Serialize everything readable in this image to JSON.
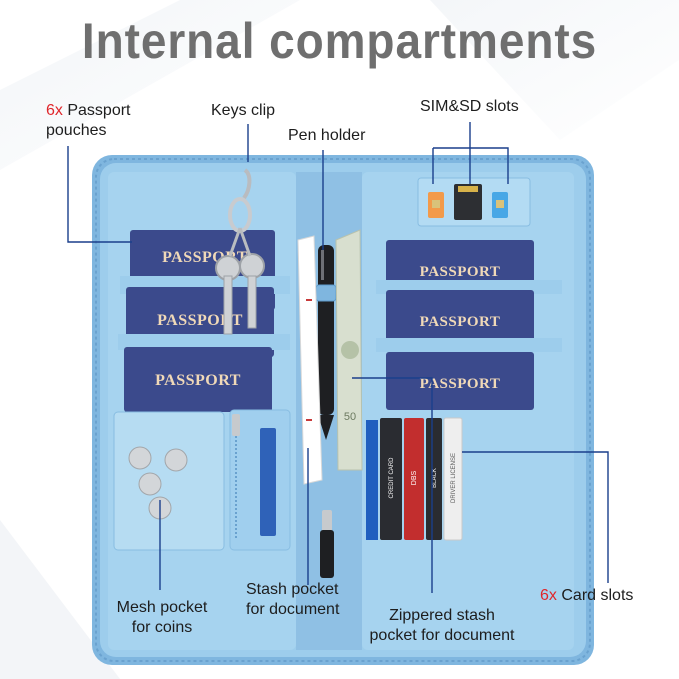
{
  "title": "Internal compartments",
  "colors": {
    "accent": "#e0262b",
    "wallet": "#8fc3e6",
    "wallet_dark": "#5e9bcc",
    "passport": "#3b4a8c",
    "line": "#1a3f8c"
  },
  "labels": {
    "passport_count": "6x",
    "passport_text_a": "Passport",
    "passport_text_b": "pouches",
    "keys_clip": "Keys clip",
    "sim_sd": "SIM&SD slots",
    "pen_holder": "Pen holder",
    "mesh_a": "Mesh pocket",
    "mesh_b": "for coins",
    "stash_a": "Stash pocket",
    "stash_b": "for document",
    "zip_a": "Zippered stash",
    "zip_b": "pocket for document",
    "card_count": "6x",
    "card_text": "Card slots"
  },
  "passport_word": "PASSPORT",
  "card_labels": [
    "CREDIT CARD",
    "BLACK",
    "DBS",
    "DRIVER LICENSE"
  ],
  "bill_text": "50"
}
